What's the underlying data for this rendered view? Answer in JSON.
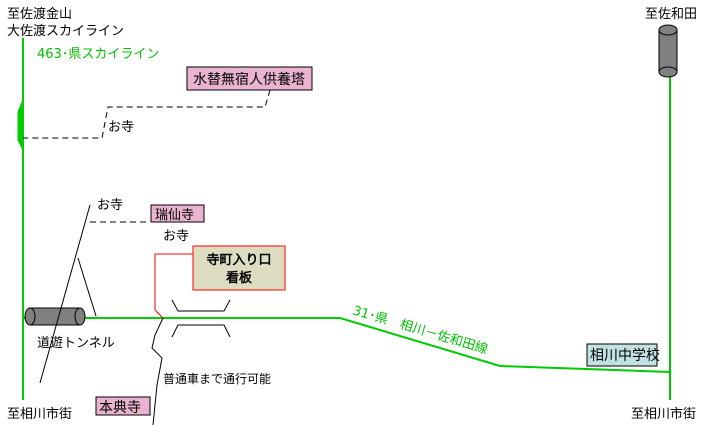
{
  "colors": {
    "road": "#00cc00",
    "label_pink": "#eab4d0",
    "sign_fill": "#dcdcc0",
    "sign_border": "#ff0000",
    "school_fill": "#c0e2e2"
  },
  "labels": {
    "top_left_line1": "至佐渡金山",
    "top_left_line2": "大佐渡スカイライン",
    "route_463": "463･県スカイライン",
    "top_right": "至佐和田",
    "bottom_left": "至相川市街",
    "bottom_right": "至相川市街",
    "route_31": "31･県　相川－佐和田線",
    "tunnel": "道遊トンネル",
    "vehicle_note": "普通車まで通行可能",
    "temple_1": "お寺",
    "temple_2": "お寺",
    "temple_3": "お寺"
  },
  "places": {
    "memorial": "水替無宿人供養塔",
    "zuisenji": "瑞仙寺",
    "sign_line1": "寺町入り口",
    "sign_line2": "看板",
    "hontenji": "本典寺",
    "school": "相川中学校"
  }
}
